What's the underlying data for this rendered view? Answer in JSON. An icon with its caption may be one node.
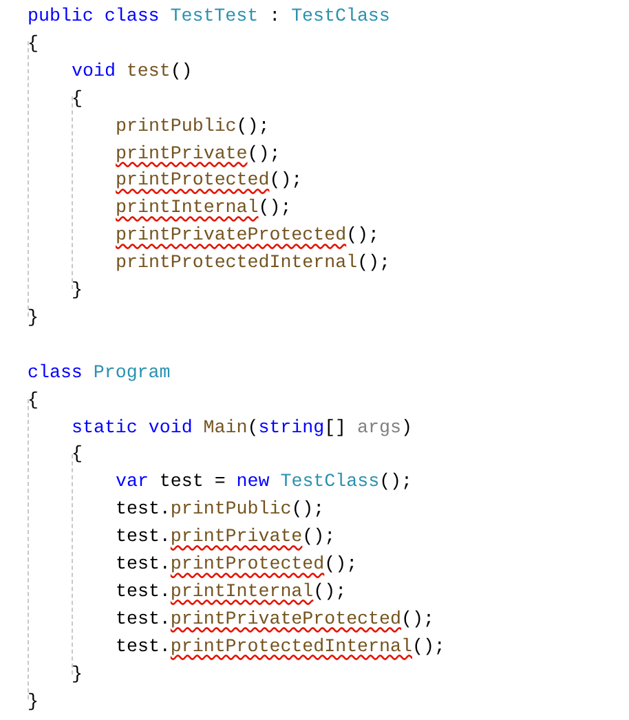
{
  "diagram": {
    "labels": [
      "public class TestTest : TestClass",
      "{",
      "void test()",
      "{",
      "printPublic();",
      "printPrivate();",
      "printProtected();",
      "printInternal();",
      "printPrivateProtected();",
      "printProtectedInternal();",
      "}",
      "}",
      "class Program",
      "{",
      "static void Main(string[] args)",
      "{",
      "var test = new TestClass();",
      "test.printPublic();",
      "test.printPrivate();",
      "test.printProtected();",
      "test.printInternal();",
      "test.printPrivateProtected();",
      "test.printProtectedInternal();",
      "}",
      "}"
    ]
  }
}
